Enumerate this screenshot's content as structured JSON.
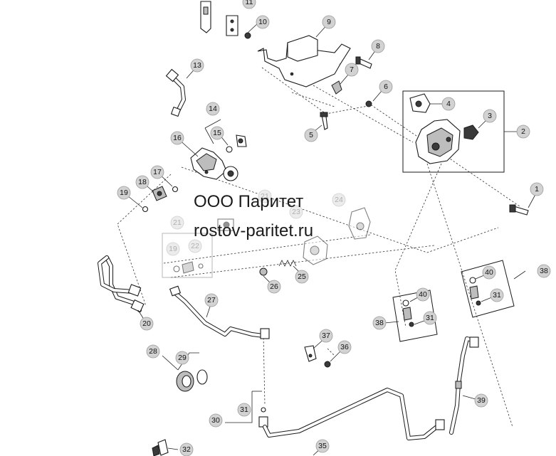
{
  "watermark": {
    "company": "ООО Паритет",
    "site": "rostov-paritet.ru"
  },
  "callouts": [
    {
      "label": "1"
    },
    {
      "label": "2"
    },
    {
      "label": "3"
    },
    {
      "label": "4"
    },
    {
      "label": "5"
    },
    {
      "label": "6"
    },
    {
      "label": "7"
    },
    {
      "label": "8"
    },
    {
      "label": "9"
    },
    {
      "label": "10"
    },
    {
      "label": "11"
    },
    {
      "label": "13"
    },
    {
      "label": "14"
    },
    {
      "label": "15"
    },
    {
      "label": "16"
    },
    {
      "label": "17"
    },
    {
      "label": "18"
    },
    {
      "label": "19"
    },
    {
      "label": "19"
    },
    {
      "label": "20"
    },
    {
      "label": "21"
    },
    {
      "label": "21"
    },
    {
      "label": "22"
    },
    {
      "label": "23"
    },
    {
      "label": "24"
    },
    {
      "label": "25"
    },
    {
      "label": "26"
    },
    {
      "label": "27"
    },
    {
      "label": "28"
    },
    {
      "label": "29"
    },
    {
      "label": "30"
    },
    {
      "label": "31"
    },
    {
      "label": "31"
    },
    {
      "label": "31"
    },
    {
      "label": "32"
    },
    {
      "label": "35"
    },
    {
      "label": "36"
    },
    {
      "label": "37"
    },
    {
      "label": "38"
    },
    {
      "label": "38"
    },
    {
      "label": "39"
    },
    {
      "label": "40"
    },
    {
      "label": "40"
    }
  ]
}
